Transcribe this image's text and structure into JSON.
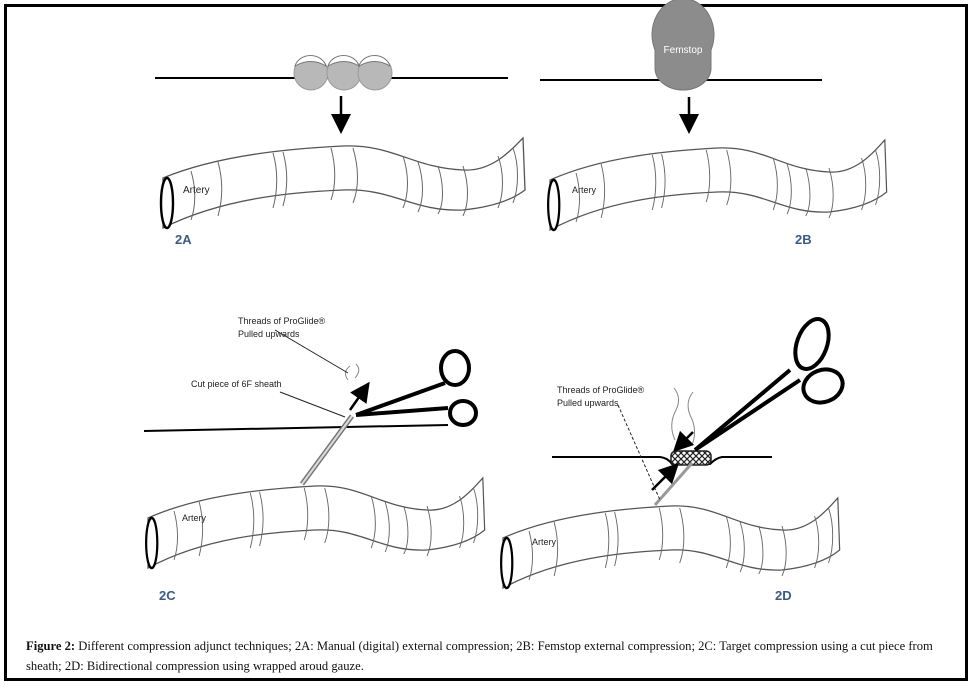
{
  "figure": {
    "panels": [
      {
        "id": "2A",
        "label": "2A",
        "artery_label": "Artery",
        "device": "fingers"
      },
      {
        "id": "2B",
        "label": "2B",
        "artery_label": "Artery",
        "device_label": "Femstop"
      },
      {
        "id": "2C",
        "label": "2C",
        "artery_label": "Artery",
        "annotations": [
          "Threads of ProGlide®",
          "Pulled upwards",
          "Cut piece of 6F sheath"
        ]
      },
      {
        "id": "2D",
        "label": "2D",
        "artery_label": "Artery",
        "annotations": [
          "Threads of ProGlide®",
          "Pulled upwards"
        ]
      }
    ],
    "label_color": "#3b5a8c",
    "device_color": "#a9a9a9",
    "femstop_color": "#8a8a8a"
  },
  "caption": {
    "prefix": "Figure 2:",
    "text": " Different compression adjunct techniques; 2A: Manual (digital) external compression; 2B: Femstop external compression; 2C: Target compression using a cut piece from sheath; 2D: Bidirectional compression using wrapped aroud gauze."
  }
}
